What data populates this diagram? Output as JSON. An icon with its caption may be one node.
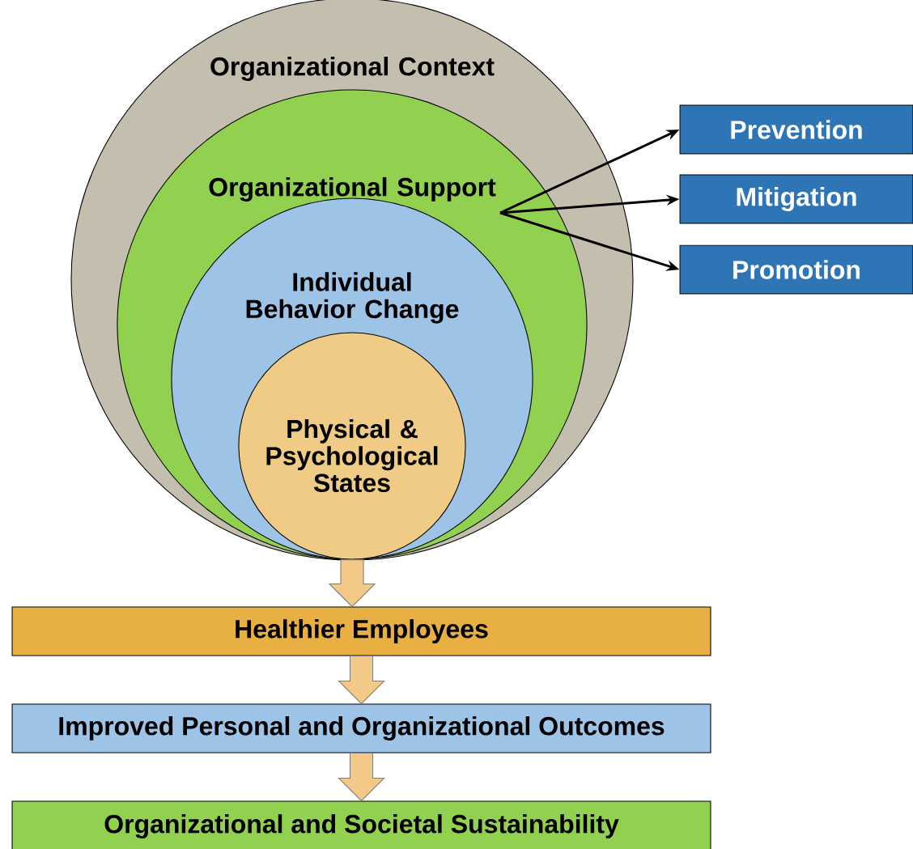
{
  "diagram": {
    "nodes": [
      {
        "text": [
          "Organizational Context"
        ]
      },
      {
        "text": [
          "Organizational Support"
        ],
        "in": 0
      },
      {
        "text": [
          "Individual Behavior Change"
        ],
        "in": 1
      },
      {
        "text": [
          "Physical & Psychological States"
        ],
        "in": 2
      },
      {
        "text": [
          "Prevention"
        ]
      },
      {
        "text": [
          "Mitigation"
        ]
      },
      {
        "text": [
          "Promotion"
        ]
      },
      {
        "text": [
          "Healthier Employees"
        ]
      },
      {
        "text": [
          "Improved Personal and Organizational Outcomes"
        ]
      },
      {
        "text": [
          "Organizational and Societal Sustainability"
        ]
      }
    ],
    "edges": [
      {
        "from": 1,
        "to": 4,
        "arrow": "to"
      },
      {
        "from": 1,
        "to": 5,
        "arrow": "to"
      },
      {
        "from": 1,
        "to": 6,
        "arrow": "to"
      },
      {
        "from": 3,
        "to": 7,
        "arrow": "to",
        "style": "thick"
      },
      {
        "from": 7,
        "to": 8,
        "arrow": "to",
        "style": "thick"
      },
      {
        "from": 8,
        "to": 9,
        "arrow": "to",
        "style": "thick"
      }
    ]
  }
}
